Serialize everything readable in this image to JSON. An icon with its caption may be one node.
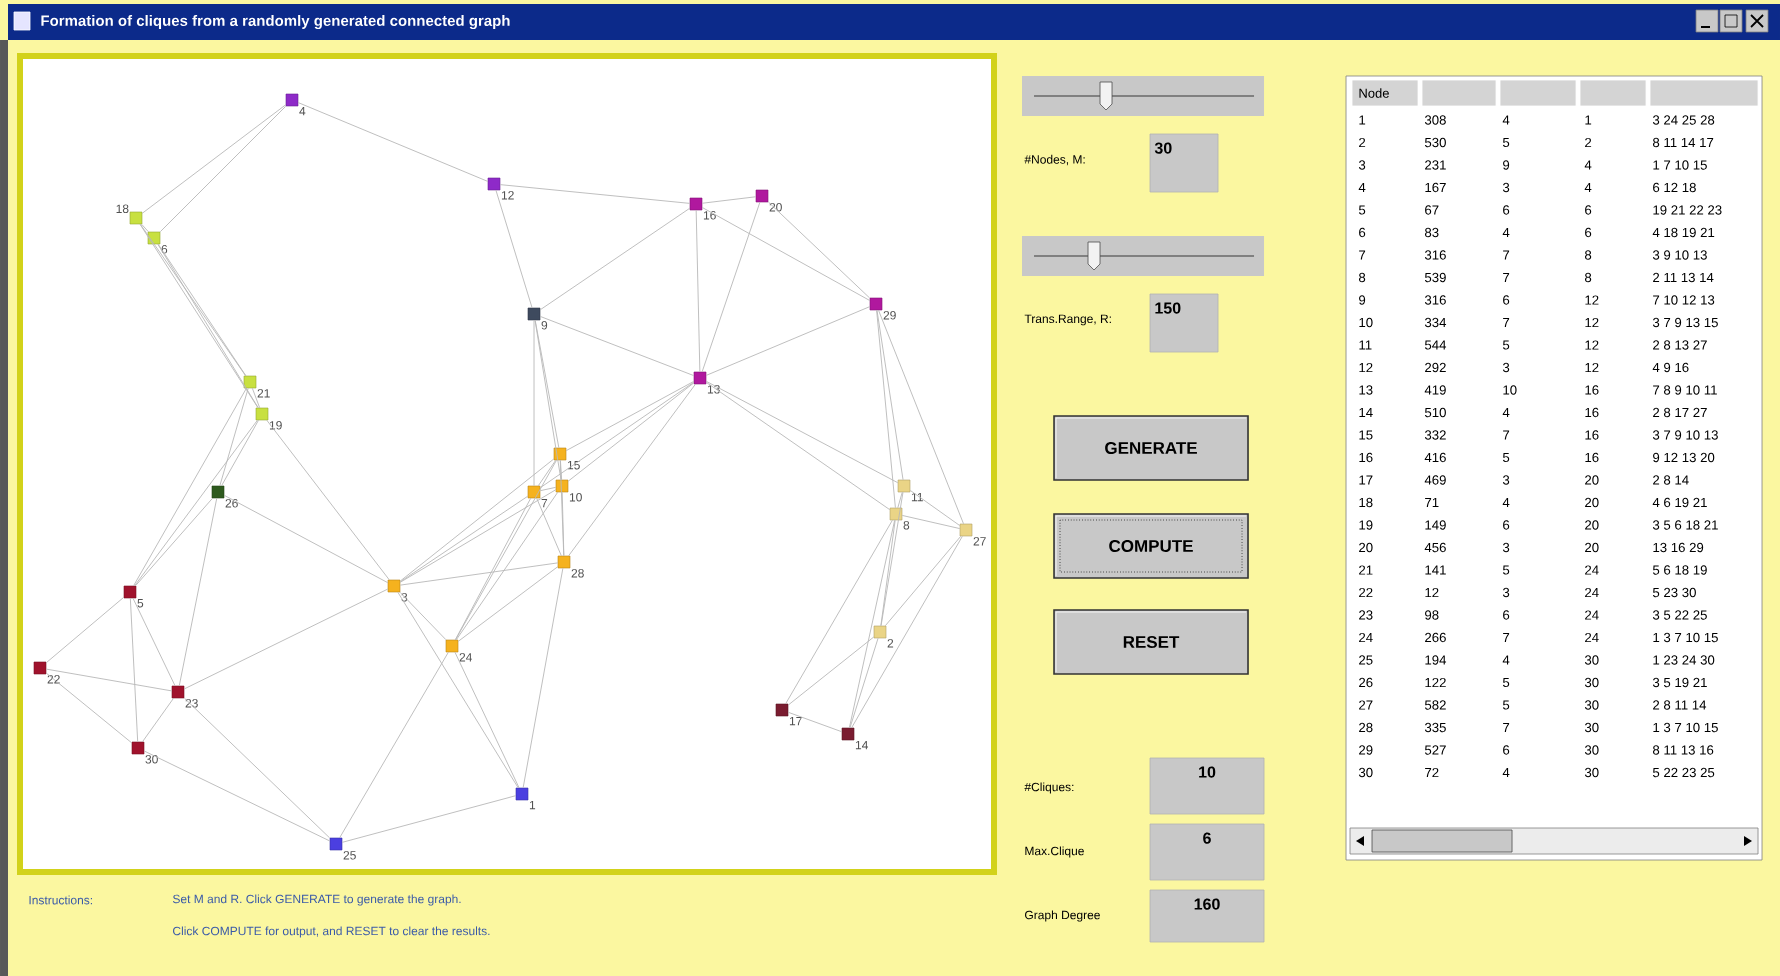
{
  "diagram": {
    "title": "Formation of cliques from a randomly generated connected graph",
    "nodes": [
      {
        "text": [],
        "shape": "box",
        "beside": [
          "1"
        ]
      },
      {
        "text": [],
        "shape": "box",
        "beside": [
          "2"
        ]
      },
      {
        "text": [],
        "shape": "box",
        "beside": [
          "3"
        ]
      },
      {
        "text": [],
        "shape": "box",
        "beside": [
          "4"
        ]
      },
      {
        "text": [],
        "shape": "box",
        "beside": [
          "5"
        ]
      },
      {
        "text": [],
        "shape": "box",
        "beside": [
          "6"
        ]
      },
      {
        "text": [],
        "shape": "box",
        "beside": [
          "7"
        ]
      },
      {
        "text": [],
        "shape": "box",
        "beside": [
          "8"
        ]
      },
      {
        "text": [],
        "shape": "box",
        "beside": [
          "9"
        ]
      },
      {
        "text": [],
        "shape": "box",
        "beside": [
          "10"
        ]
      },
      {
        "text": [],
        "shape": "box",
        "beside": [
          "11"
        ]
      },
      {
        "text": [],
        "shape": "box",
        "beside": [
          "12"
        ]
      },
      {
        "text": [],
        "shape": "box",
        "beside": [
          "13"
        ]
      },
      {
        "text": [],
        "shape": "box",
        "beside": [
          "14"
        ]
      },
      {
        "text": [],
        "shape": "box",
        "beside": [
          "15"
        ]
      },
      {
        "text": [],
        "shape": "box",
        "beside": [
          "16"
        ]
      },
      {
        "text": [],
        "shape": "box",
        "beside": [
          "17"
        ]
      },
      {
        "text": [],
        "shape": "box",
        "beside": [
          "18"
        ]
      },
      {
        "text": [],
        "shape": "box",
        "beside": [
          "19"
        ]
      },
      {
        "text": [],
        "shape": "box",
        "beside": [
          "20"
        ]
      },
      {
        "text": [],
        "shape": "box",
        "beside": [
          "21"
        ]
      },
      {
        "text": [],
        "shape": "box",
        "beside": [
          "22"
        ]
      },
      {
        "text": [],
        "shape": "box",
        "beside": [
          "23"
        ]
      },
      {
        "text": [],
        "shape": "box",
        "beside": [
          "24"
        ]
      },
      {
        "text": [],
        "shape": "box",
        "beside": [
          "25"
        ]
      },
      {
        "text": [],
        "shape": "box",
        "beside": [
          "26"
        ]
      },
      {
        "text": [],
        "shape": "box",
        "beside": [
          "27"
        ]
      },
      {
        "text": [],
        "shape": "box",
        "beside": [
          "28"
        ]
      },
      {
        "text": [],
        "shape": "box",
        "beside": [
          "29"
        ]
      },
      {
        "text": [],
        "shape": "box",
        "beside": [
          "30"
        ]
      }
    ],
    "edges": [
      {
        "from": 0,
        "to": 2,
        "arrow": "none"
      },
      {
        "from": 0,
        "to": 23,
        "arrow": "none"
      },
      {
        "from": 0,
        "to": 24,
        "arrow": "none"
      },
      {
        "from": 0,
        "to": 27,
        "arrow": "none"
      },
      {
        "from": 1,
        "to": 7,
        "arrow": "none"
      },
      {
        "from": 1,
        "to": 10,
        "arrow": "none"
      },
      {
        "from": 1,
        "to": 13,
        "arrow": "none"
      },
      {
        "from": 1,
        "to": 16,
        "arrow": "none"
      },
      {
        "from": 1,
        "to": 26,
        "arrow": "none"
      },
      {
        "from": 2,
        "to": 6,
        "arrow": "none"
      },
      {
        "from": 2,
        "to": 9,
        "arrow": "none"
      },
      {
        "from": 2,
        "to": 14,
        "arrow": "none"
      },
      {
        "from": 2,
        "to": 18,
        "arrow": "none"
      },
      {
        "from": 2,
        "to": 22,
        "arrow": "none"
      },
      {
        "from": 2,
        "to": 23,
        "arrow": "none"
      },
      {
        "from": 2,
        "to": 25,
        "arrow": "none"
      },
      {
        "from": 2,
        "to": 27,
        "arrow": "none"
      },
      {
        "from": 3,
        "to": 5,
        "arrow": "none"
      },
      {
        "from": 3,
        "to": 11,
        "arrow": "none"
      },
      {
        "from": 3,
        "to": 17,
        "arrow": "none"
      },
      {
        "from": 4,
        "to": 18,
        "arrow": "none"
      },
      {
        "from": 4,
        "to": 20,
        "arrow": "none"
      },
      {
        "from": 4,
        "to": 21,
        "arrow": "none"
      },
      {
        "from": 4,
        "to": 22,
        "arrow": "none"
      },
      {
        "from": 4,
        "to": 25,
        "arrow": "none"
      },
      {
        "from": 4,
        "to": 29,
        "arrow": "none"
      },
      {
        "from": 5,
        "to": 17,
        "arrow": "none"
      },
      {
        "from": 5,
        "to": 18,
        "arrow": "none"
      },
      {
        "from": 5,
        "to": 20,
        "arrow": "none"
      },
      {
        "from": 6,
        "to": 8,
        "arrow": "none"
      },
      {
        "from": 6,
        "to": 9,
        "arrow": "none"
      },
      {
        "from": 6,
        "to": 12,
        "arrow": "none"
      },
      {
        "from": 6,
        "to": 14,
        "arrow": "none"
      },
      {
        "from": 6,
        "to": 23,
        "arrow": "none"
      },
      {
        "from": 6,
        "to": 27,
        "arrow": "none"
      },
      {
        "from": 7,
        "to": 10,
        "arrow": "none"
      },
      {
        "from": 7,
        "to": 12,
        "arrow": "none"
      },
      {
        "from": 7,
        "to": 13,
        "arrow": "none"
      },
      {
        "from": 7,
        "to": 16,
        "arrow": "none"
      },
      {
        "from": 7,
        "to": 26,
        "arrow": "none"
      },
      {
        "from": 7,
        "to": 28,
        "arrow": "none"
      },
      {
        "from": 8,
        "to": 9,
        "arrow": "none"
      },
      {
        "from": 8,
        "to": 11,
        "arrow": "none"
      },
      {
        "from": 8,
        "to": 12,
        "arrow": "none"
      },
      {
        "from": 8,
        "to": 14,
        "arrow": "none"
      },
      {
        "from": 8,
        "to": 15,
        "arrow": "none"
      },
      {
        "from": 9,
        "to": 12,
        "arrow": "none"
      },
      {
        "from": 9,
        "to": 14,
        "arrow": "none"
      },
      {
        "from": 9,
        "to": 23,
        "arrow": "none"
      },
      {
        "from": 9,
        "to": 27,
        "arrow": "none"
      },
      {
        "from": 10,
        "to": 12,
        "arrow": "none"
      },
      {
        "from": 10,
        "to": 26,
        "arrow": "none"
      },
      {
        "from": 10,
        "to": 28,
        "arrow": "none"
      },
      {
        "from": 11,
        "to": 15,
        "arrow": "none"
      },
      {
        "from": 12,
        "to": 14,
        "arrow": "none"
      },
      {
        "from": 12,
        "to": 15,
        "arrow": "none"
      },
      {
        "from": 12,
        "to": 19,
        "arrow": "none"
      },
      {
        "from": 12,
        "to": 27,
        "arrow": "none"
      },
      {
        "from": 12,
        "to": 28,
        "arrow": "none"
      },
      {
        "from": 13,
        "to": 16,
        "arrow": "none"
      },
      {
        "from": 13,
        "to": 26,
        "arrow": "none"
      },
      {
        "from": 14,
        "to": 23,
        "arrow": "none"
      },
      {
        "from": 14,
        "to": 27,
        "arrow": "none"
      },
      {
        "from": 15,
        "to": 19,
        "arrow": "none"
      },
      {
        "from": 15,
        "to": 28,
        "arrow": "none"
      },
      {
        "from": 17,
        "to": 18,
        "arrow": "none"
      },
      {
        "from": 17,
        "to": 20,
        "arrow": "none"
      },
      {
        "from": 18,
        "to": 20,
        "arrow": "none"
      },
      {
        "from": 18,
        "to": 25,
        "arrow": "none"
      },
      {
        "from": 19,
        "to": 28,
        "arrow": "none"
      },
      {
        "from": 20,
        "to": 25,
        "arrow": "none"
      },
      {
        "from": 21,
        "to": 22,
        "arrow": "none"
      },
      {
        "from": 21,
        "to": 29,
        "arrow": "none"
      },
      {
        "from": 22,
        "to": 24,
        "arrow": "none"
      },
      {
        "from": 22,
        "to": 25,
        "arrow": "none"
      },
      {
        "from": 22,
        "to": 29,
        "arrow": "none"
      },
      {
        "from": 23,
        "to": 24,
        "arrow": "none"
      },
      {
        "from": 23,
        "to": 27,
        "arrow": "none"
      },
      {
        "from": 24,
        "to": 29,
        "arrow": "none"
      },
      {
        "from": 26,
        "to": 28,
        "arrow": "none"
      }
    ],
    "labels": [
      "#Nodes, M:",
      "30",
      "Trans.Range, R:",
      "150",
      "GENERATE",
      "COMPUTE",
      "RESET",
      "#Cliques:",
      "10",
      "Max.Clique",
      "6",
      "Graph Degree",
      "160",
      "Node",
      "1",
      "308",
      "4",
      "1",
      "3 24 25 28",
      "2",
      "530",
      "5",
      "2",
      "8 11 14 17",
      "3",
      "231",
      "9",
      "4",
      "1 7 10 15",
      "4",
      "167",
      "3",
      "4",
      "6 12 18",
      "5",
      "67",
      "6",
      "6",
      "19 21 22 23",
      "6",
      "83",
      "4",
      "6",
      "4 18 19 21",
      "7",
      "316",
      "7",
      "8",
      "3 9 10 13",
      "8",
      "539",
      "7",
      "8",
      "2 11 13 14",
      "9",
      "316",
      "6",
      "12",
      "7 10 12 13",
      "10",
      "334",
      "7",
      "12",
      "3 7 9 13 15",
      "11",
      "544",
      "5",
      "12",
      "2 8 13 27",
      "12",
      "292",
      "3",
      "12",
      "4 9 16",
      "13",
      "419",
      "10",
      "16",
      "7 8 9 10 11",
      "14",
      "510",
      "4",
      "16",
      "2 8 17 27",
      "15",
      "332",
      "7",
      "16",
      "3 7 9 10 13",
      "16",
      "416",
      "5",
      "16",
      "9 12 13 20",
      "17",
      "469",
      "3",
      "20",
      "2 8 14",
      "18",
      "71",
      "4",
      "20",
      "4 6 19 21",
      "19",
      "149",
      "6",
      "20",
      "3 5 6 18 21",
      "20",
      "456",
      "3",
      "20",
      "13 16 29",
      "21",
      "141",
      "5",
      "24",
      "5 6 18 19",
      "22",
      "12",
      "3",
      "24",
      "5 23 30",
      "23",
      "98",
      "6",
      "24",
      "3 5 22 25",
      "24",
      "266",
      "7",
      "24",
      "1 3 7 10 15",
      "25",
      "194",
      "4",
      "30",
      "1 23 24 30",
      "26",
      "122",
      "5",
      "30",
      "3 5 19 21",
      "27",
      "582",
      "5",
      "30",
      "2 8 11 14",
      "28",
      "335",
      "7",
      "30",
      "1 3 7 10 15",
      "29",
      "527",
      "6",
      "30",
      "8 11 13 16",
      "30",
      "72",
      "4",
      "30",
      "5 22 23 25",
      "Instructions:",
      "Set M and R. Click GENERATE to generate the graph.",
      "Click COMPUTE for output, and RESET to clear the results."
    ]
  }
}
